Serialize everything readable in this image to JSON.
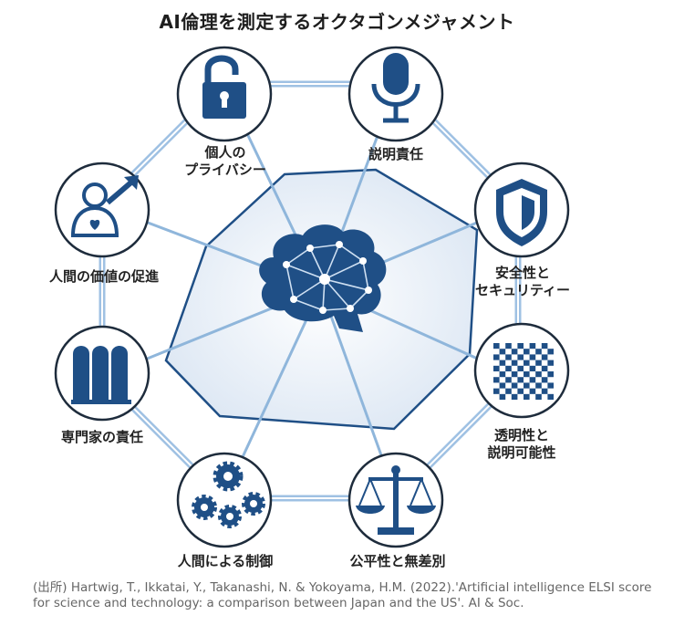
{
  "title": "AI倫理を測定するオクタゴンメジャメント",
  "nodes": [
    {
      "key": "privacy",
      "label": "個人の\nプライバシー",
      "icon": "padlock-icon"
    },
    {
      "key": "accountability",
      "label": "説明責任",
      "icon": "microphone-icon"
    },
    {
      "key": "safety",
      "label": "安全性と\nセキュリティー",
      "icon": "shield-icon"
    },
    {
      "key": "transparency",
      "label": "透明性と\n説明可能性",
      "icon": "checkerboard-icon"
    },
    {
      "key": "fairness",
      "label": "公平性と無差別",
      "icon": "scales-icon"
    },
    {
      "key": "human-control",
      "label": "人間による制御",
      "icon": "gears-icon"
    },
    {
      "key": "professional",
      "label": "専門家の責任",
      "icon": "books-icon"
    },
    {
      "key": "human-values",
      "label": "人間の価値の促進",
      "icon": "person-heart-icon"
    }
  ],
  "center_icon": "brain-network-icon",
  "colors": {
    "primary": "#1f4f86",
    "spoke": "#8fb6db",
    "ring": "#9fc1e3",
    "fill": "#e7eef8"
  },
  "source": "(出所) Hartwig, T., Ikkatai, Y., Takanashi, N. & Yokoyama, H.M. (2022).'Artificial intelligence ELSI score for science and technology: a comparison between Japan and the US'. AI & Soc."
}
